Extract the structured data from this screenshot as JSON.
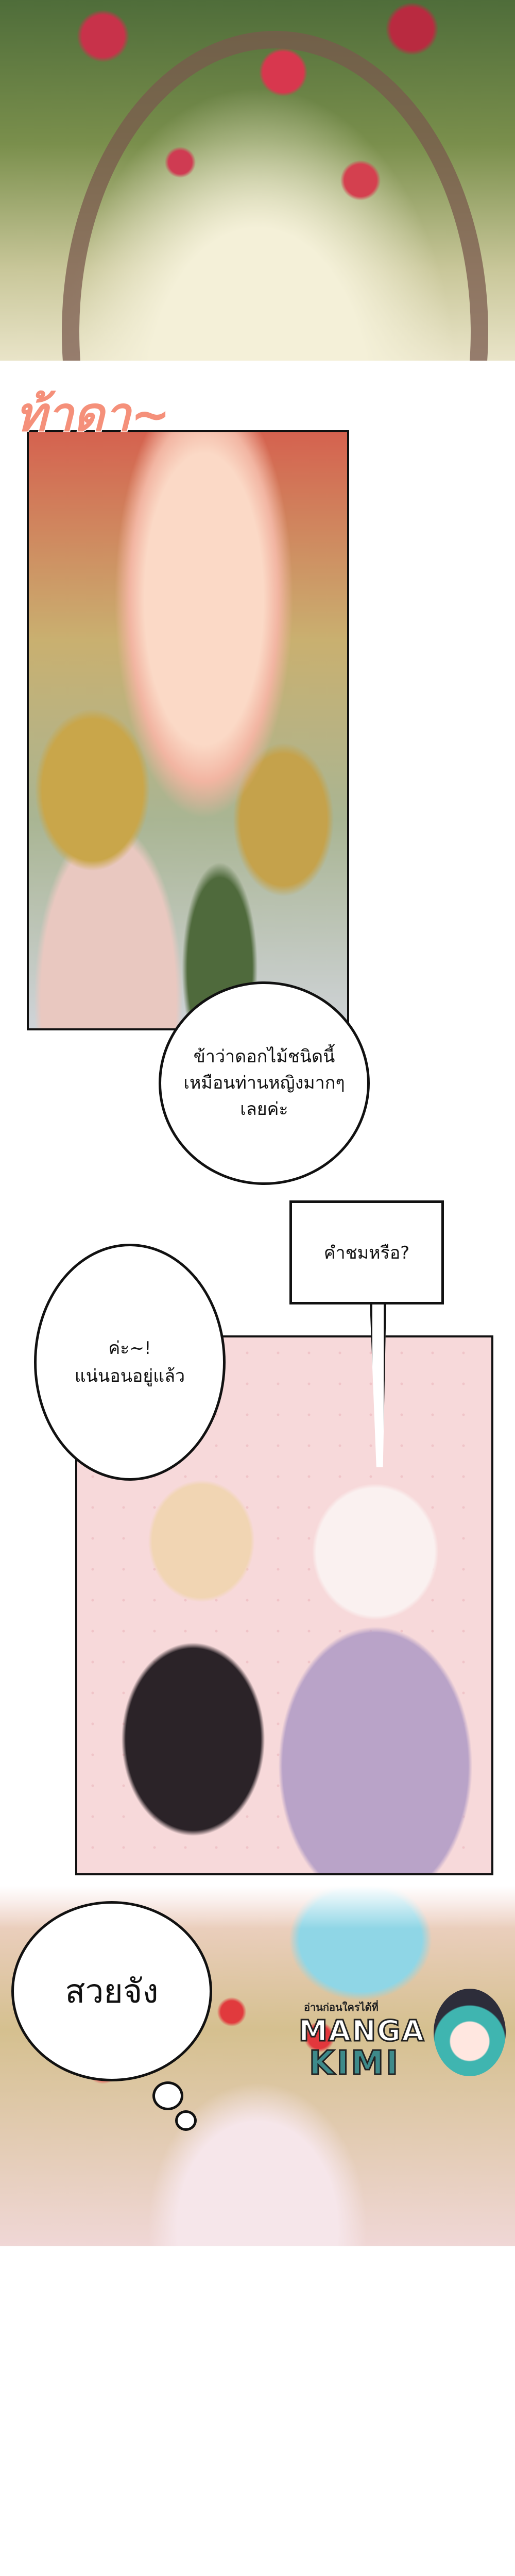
{
  "panels": {
    "garden_top": {
      "description_icon": "rose-arch-image"
    },
    "rose": {
      "sfx": "ท้าดา~"
    },
    "maid": {},
    "garden_bottom": {}
  },
  "dialogue": {
    "bubble_1": [
      "ข้าว่าดอกไม้ชนิดนี้",
      "เหมือนท่านหญิงมากๆ",
      "เลยค่ะ"
    ],
    "bubble_2": [
      "ค่ะ~!",
      "แน่นอนอยู่แล้ว"
    ],
    "bubble_3": "คำชมหรือ?",
    "bubble_4": "สวยจัง"
  },
  "watermark": {
    "tagline": "อ่านก่อนใครได้ที่",
    "brand_line1": "MANGA",
    "brand_line2": "KIMI"
  },
  "colors": {
    "sfx": "#f5907a",
    "brand_teal": "#3e8a8a"
  }
}
